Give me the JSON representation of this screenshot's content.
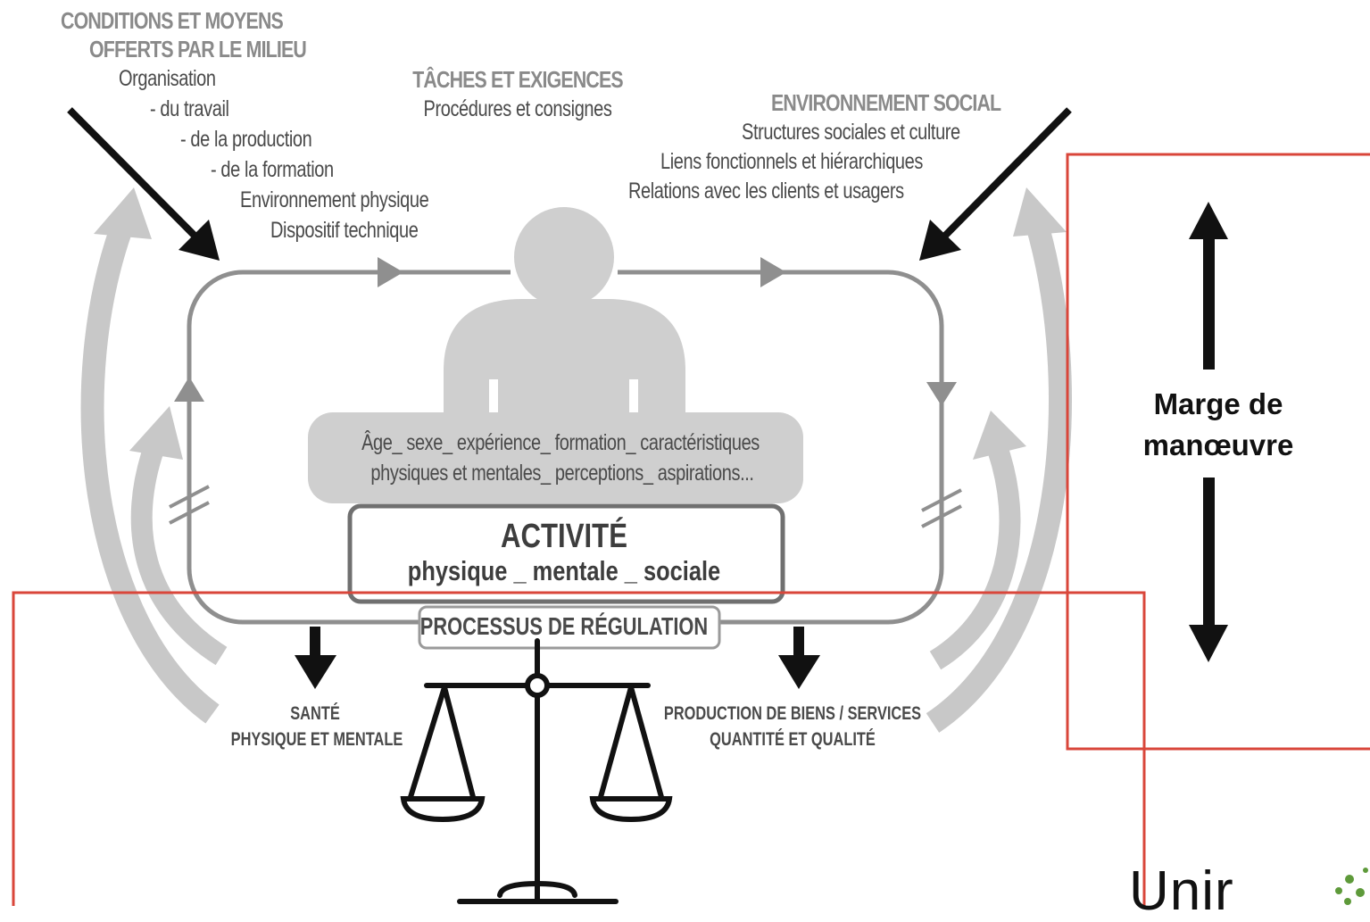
{
  "conditions": {
    "title_line1": "CONDITIONS ET MOYENS",
    "title_line2": "OFFERTS PAR LE MILIEU",
    "items": [
      "Organisation",
      "- du travail",
      "- de la production",
      "- de la formation",
      "Environnement physique",
      "Dispositif technique"
    ]
  },
  "taches": {
    "title": "TÂCHES ET EXIGENCES",
    "subtitle": "Procédures et consignes"
  },
  "social": {
    "title": "ENVIRONNEMENT SOCIAL",
    "items": [
      "Structures sociales et culture",
      "Liens fonctionnels et hiérarchiques",
      "Relations avec les clients et usagers"
    ]
  },
  "person": {
    "line1": "Âge_ sexe_ expérience_ formation_ caractéristiques",
    "line2": "physiques et mentales_ perceptions_ aspirations..."
  },
  "activite": {
    "title": "ACTIVITÉ",
    "subtitle": "physique _ mentale _ sociale"
  },
  "regulation": {
    "label": "PROCESSUS DE RÉGULATION"
  },
  "outcomes": {
    "sante_line1": "SANTÉ",
    "sante_line2": "PHYSIQUE ET MENTALE",
    "production_line1": "PRODUCTION DE BIENS / SERVICES",
    "production_line2": "QUANTITÉ ET QUALITÉ"
  },
  "marge": {
    "line1": "Marge de",
    "line2": "manœuvre"
  },
  "logo": {
    "text": "Unir"
  },
  "colors": {
    "gray_light": "#c8c8c8",
    "gray_mid": "#8f8f8f",
    "highlight_red": "#d9463a",
    "black": "#111111"
  }
}
